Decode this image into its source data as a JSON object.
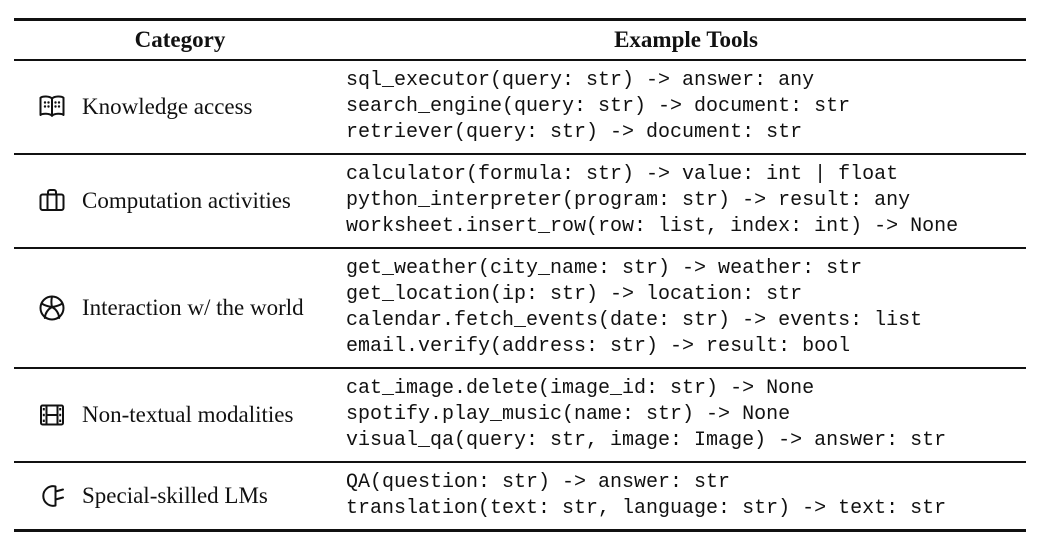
{
  "table": {
    "headers": {
      "category": "Category",
      "tools": "Example Tools"
    },
    "rows": [
      {
        "icon": "open-book-icon",
        "category": "Knowledge access",
        "tools": [
          "sql_executor(query: str) -> answer: any",
          "search_engine(query: str) -> document: str",
          "retriever(query: str) -> document: str"
        ]
      },
      {
        "icon": "briefcase-icon",
        "category": "Computation activities",
        "tools": [
          "calculator(formula: str) -> value: int | float",
          "python_interpreter(program: str) -> result: any",
          "worksheet.insert_row(row: list, index: int) -> None"
        ]
      },
      {
        "icon": "globe-icon",
        "category": "Interaction w/ the world",
        "tools": [
          "get_weather(city_name: str) -> weather: str",
          "get_location(ip: str) -> location: str",
          "calendar.fetch_events(date: str) -> events: list",
          "email.verify(address: str) -> result: bool"
        ]
      },
      {
        "icon": "film-icon",
        "category": "Non-textual modalities",
        "tools": [
          "cat_image.delete(image_id: str) -> None",
          "spotify.play_music(name: str) -> None",
          "visual_qa(query: str, image: Image) -> answer: str"
        ]
      },
      {
        "icon": "plug-icon",
        "category": "Special-skilled LMs",
        "tools": [
          "QA(question: str) -> answer: str",
          "translation(text: str, language: str) -> text: str"
        ]
      }
    ],
    "colors": {
      "background": "#ffffff",
      "text": "#111111",
      "rule": "#111111"
    }
  }
}
